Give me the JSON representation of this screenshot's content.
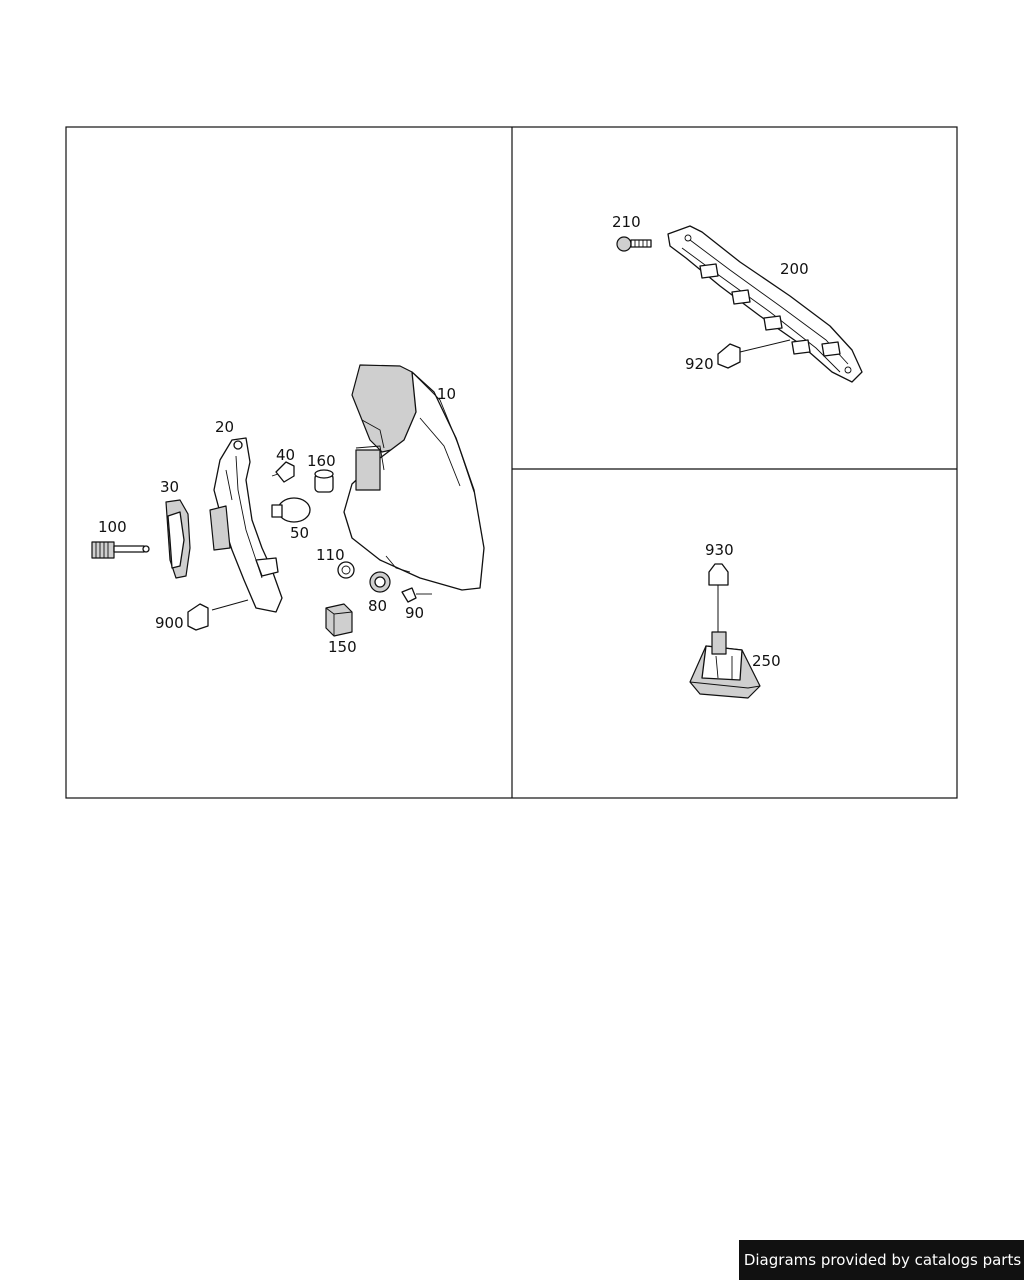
{
  "callouts": {
    "p10": "10",
    "p20": "20",
    "p30": "30",
    "p40": "40",
    "p50": "50",
    "p80": "80",
    "p90": "90",
    "p100": "100",
    "p110": "110",
    "p150": "150",
    "p160": "160",
    "p200": "200",
    "p210": "210",
    "p250": "250",
    "p900": "900",
    "p920": "920",
    "p930": "930"
  },
  "credit": "Diagrams provided by catalogs parts"
}
